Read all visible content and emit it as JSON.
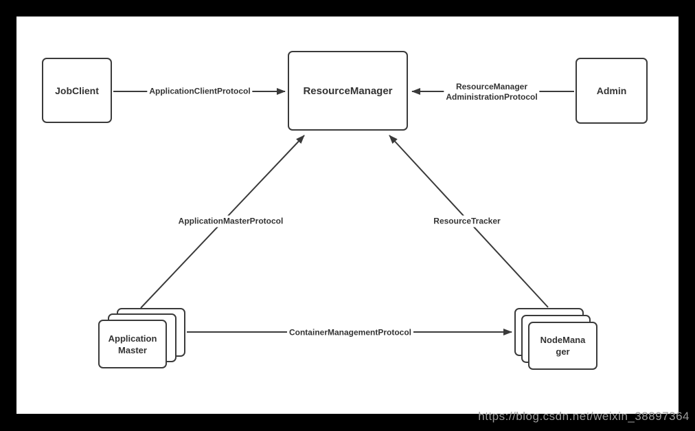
{
  "diagram": {
    "nodes": {
      "job_client": {
        "label": "JobClient"
      },
      "resource_manager": {
        "label": "ResourceManager"
      },
      "admin": {
        "label": "Admin"
      },
      "application_master": {
        "line1": "Application",
        "line2": "Master"
      },
      "node_manager": {
        "line1": "NodeMana",
        "line2": "ger"
      }
    },
    "edges": {
      "application_client_protocol": {
        "label": "ApplicationClientProtocol",
        "from": "JobClient",
        "to": "ResourceManager"
      },
      "rm_administration_protocol": {
        "line1": "ResourceManager",
        "line2": "AdministrationProtocol",
        "from": "Admin",
        "to": "ResourceManager"
      },
      "application_master_protocol": {
        "label": "ApplicationMasterProtocol",
        "from": "ApplicationMaster",
        "to": "ResourceManager"
      },
      "resource_tracker": {
        "label": "ResourceTracker",
        "from": "NodeManager",
        "to": "ResourceManager"
      },
      "container_management_protocol": {
        "label": "ContainerManagementProtocol",
        "from": "ApplicationMaster",
        "to": "NodeManager"
      }
    },
    "colors": {
      "stroke": "#3a3a3a",
      "canvas": "#ffffff",
      "frame": "#000000",
      "watermark_text": "#9c9c9c"
    }
  },
  "watermark": {
    "text": "https://blog.csdn.net/weixin_38897364"
  }
}
